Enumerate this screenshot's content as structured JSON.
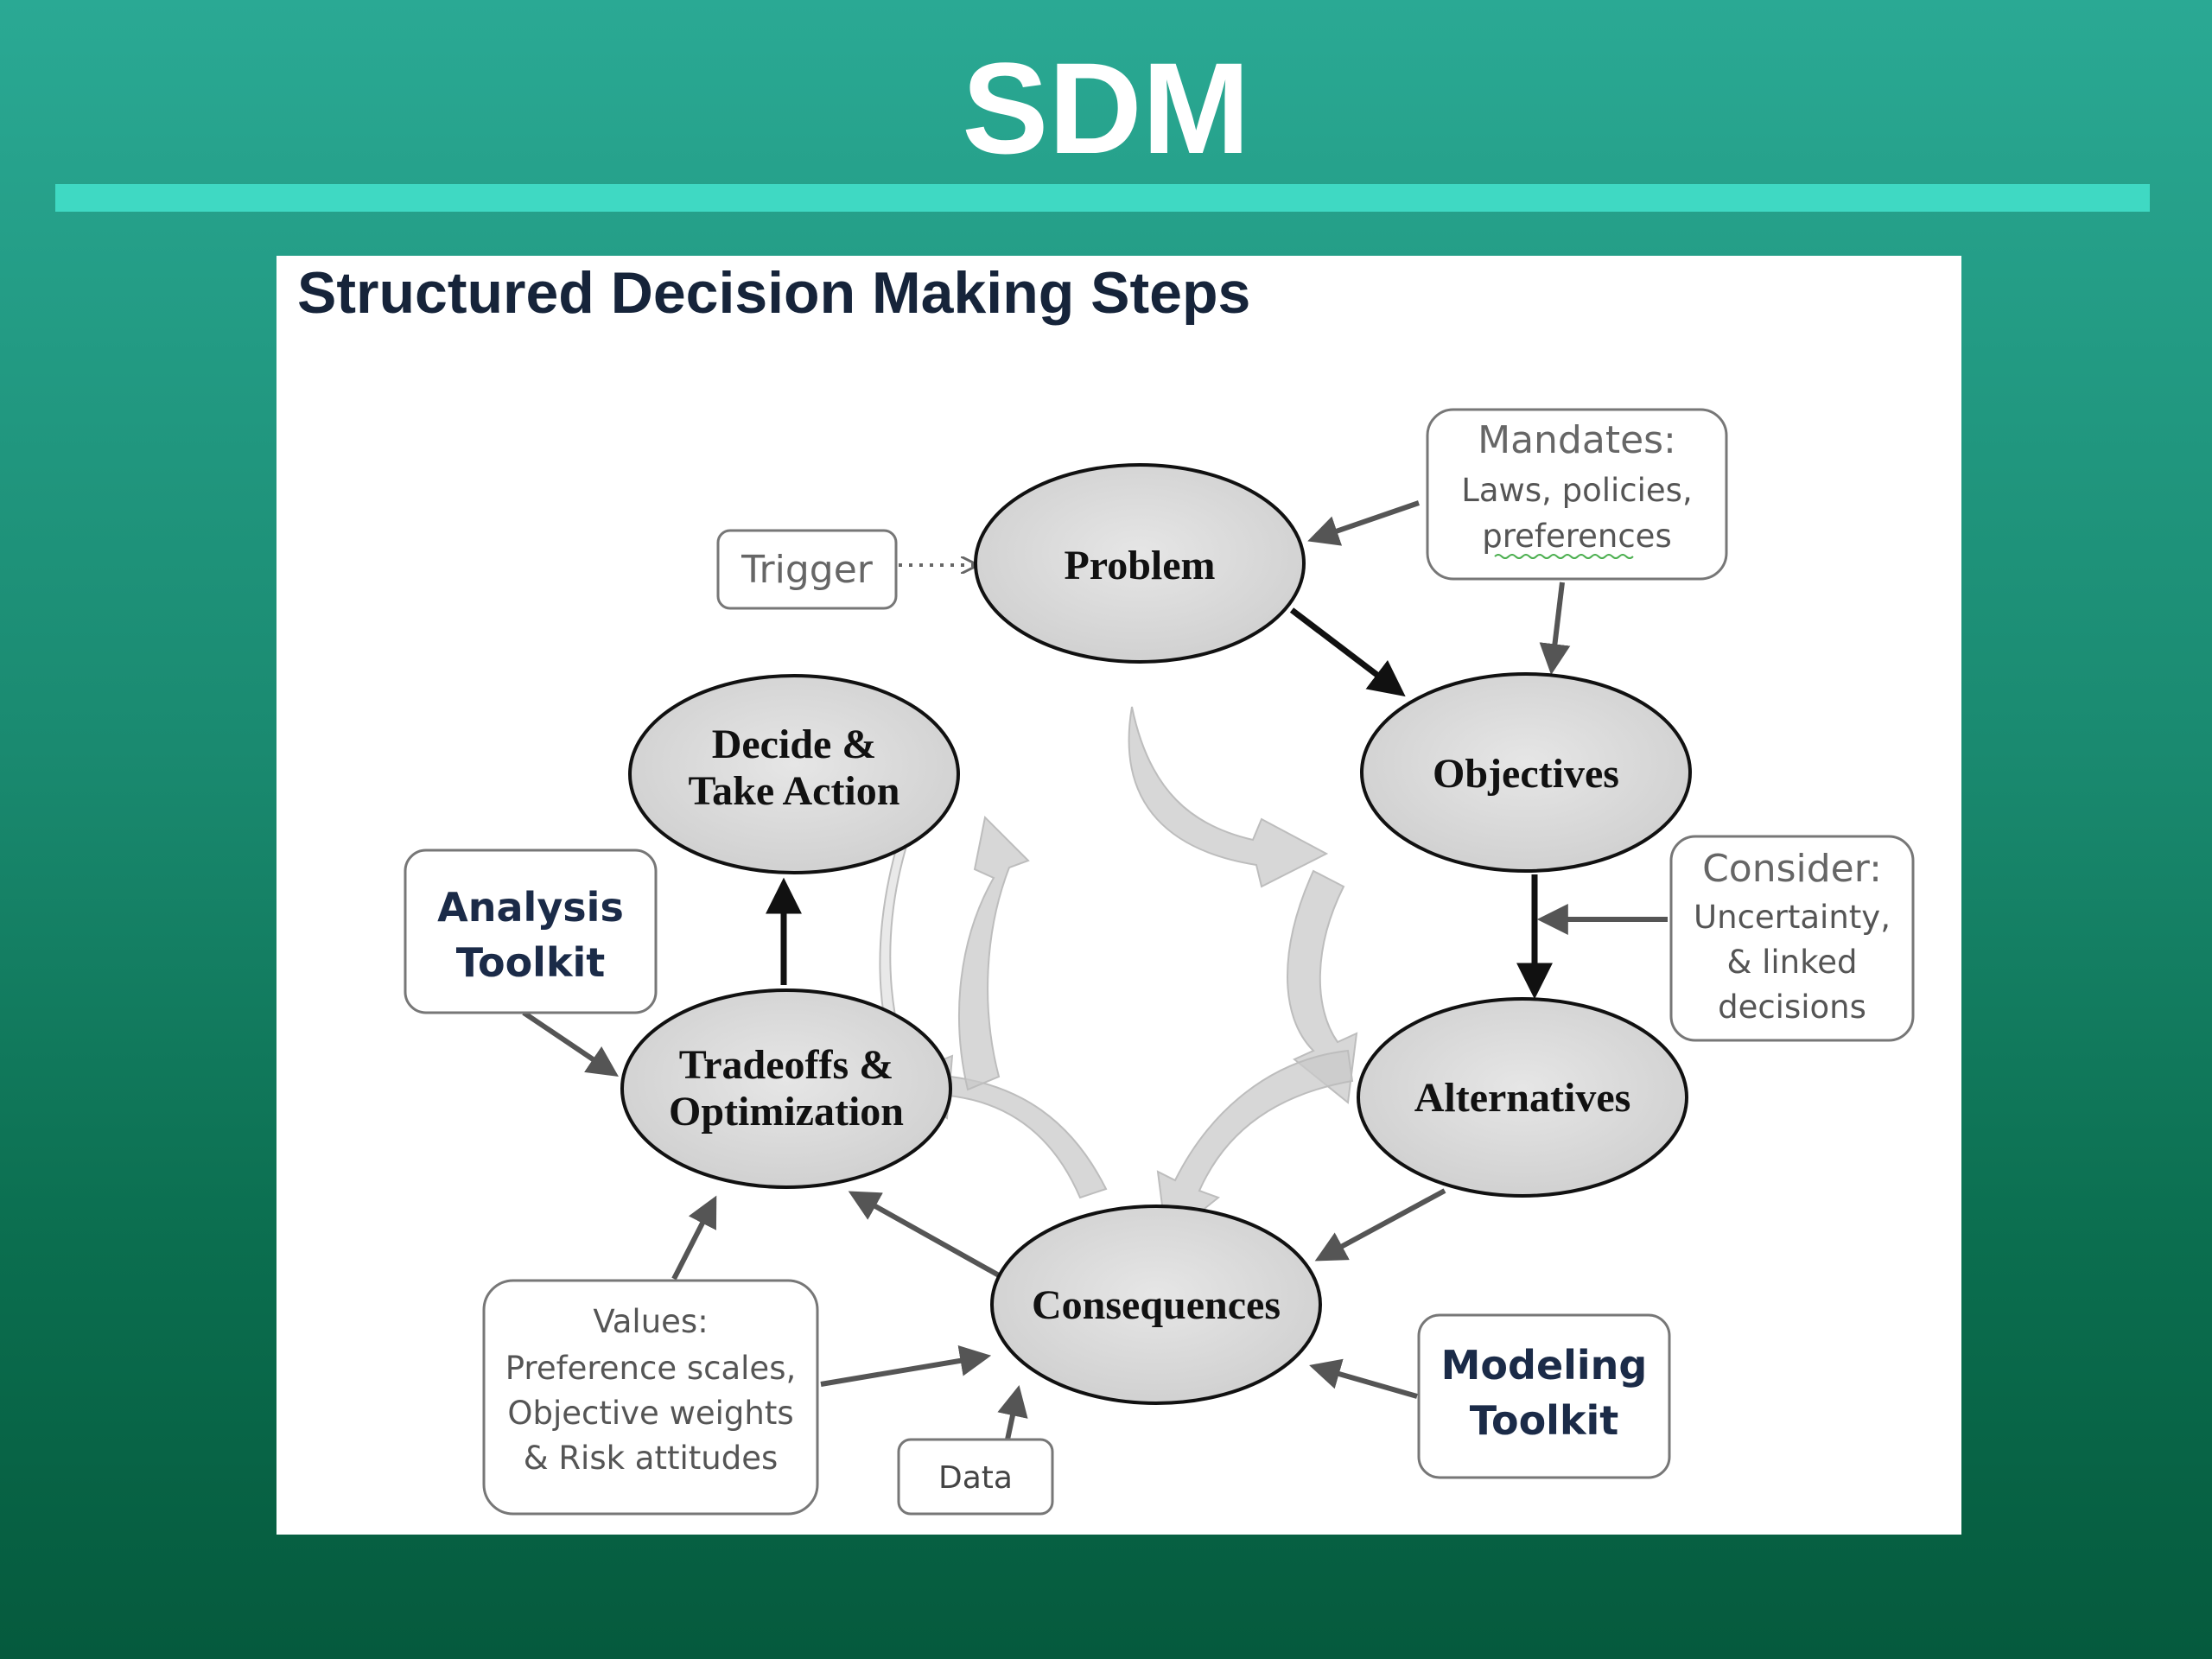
{
  "slide": {
    "title": "SDM",
    "heading": "Structured Decision Making Steps"
  },
  "nodes": {
    "problem": "Problem",
    "objectives": "Objectives",
    "alternatives": "Alternatives",
    "consequences": "Consequences",
    "tradeoffs": [
      "Tradeoffs &",
      "Optimization"
    ],
    "decide": [
      "Decide &",
      "Take Action"
    ]
  },
  "boxes": {
    "trigger": "Trigger",
    "mandates": [
      "Mandates:",
      "Laws, policies,",
      "preferences"
    ],
    "consider": [
      "Consider:",
      "Uncertainty,",
      "& linked",
      "decisions"
    ],
    "analysis_toolkit": [
      "Analysis",
      "Toolkit"
    ],
    "modeling_toolkit": [
      "Modeling",
      "Toolkit"
    ],
    "values": [
      "Values:",
      "Preference scales,",
      "Objective weights",
      "& Risk attitudes"
    ],
    "data": "Data"
  },
  "colors": {
    "background_top": "#2aa994",
    "background_bottom": "#055a3d",
    "rule": "#3fd9c3",
    "node_fill": "#dcdcdc",
    "heading": "#16243a"
  }
}
